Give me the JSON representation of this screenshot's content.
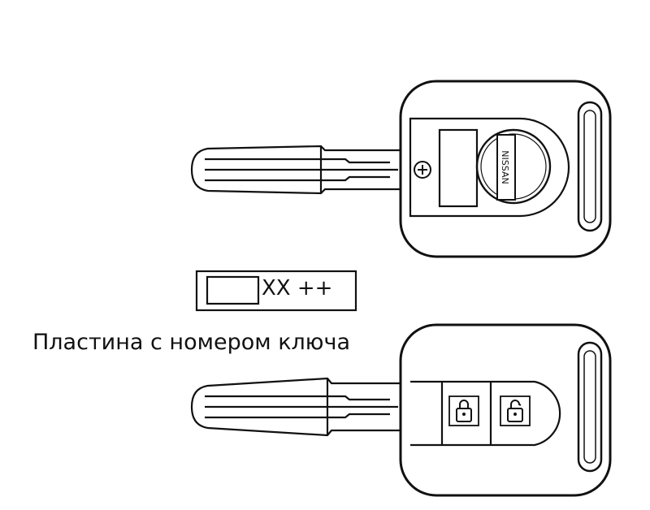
{
  "brand_text": "NISSAN",
  "key_plate": {
    "code": "XX ++",
    "caption": "Пластина с номером ключа"
  }
}
